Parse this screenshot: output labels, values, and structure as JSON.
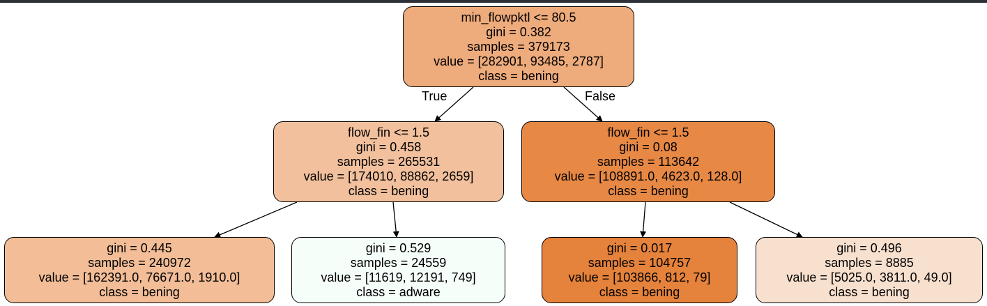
{
  "colors": {
    "root": "#eeab7b",
    "left": "#f2c09c",
    "right": "#e78845",
    "ll": "#f2bd97",
    "lr": "#f5fef9",
    "rl": "#e5823b",
    "rr": "#f8e0ce",
    "topbar": "#2e3238"
  },
  "edges": {
    "true_label": "True",
    "false_label": "False"
  },
  "nodes": {
    "root": {
      "split": "min_flowpktl <= 80.5",
      "gini": "gini = 0.382",
      "samples": "samples = 379173",
      "value": "value = [282901, 93485, 2787]",
      "class": "class = bening"
    },
    "left": {
      "split": "flow_fin <= 1.5",
      "gini": "gini = 0.458",
      "samples": "samples = 265531",
      "value": "value = [174010, 88862, 2659]",
      "class": "class = bening"
    },
    "right": {
      "split": "flow_fin <= 1.5",
      "gini": "gini = 0.08",
      "samples": "samples = 113642",
      "value": "value = [108891.0, 4623.0, 128.0]",
      "class": "class = bening"
    },
    "ll": {
      "gini": "gini = 0.445",
      "samples": "samples = 240972",
      "value": "value = [162391.0, 76671.0, 1910.0]",
      "class": "class = bening"
    },
    "lr": {
      "gini": "gini = 0.529",
      "samples": "samples = 24559",
      "value": "value = [11619, 12191, 749]",
      "class": "class = adware"
    },
    "rl": {
      "gini": "gini = 0.017",
      "samples": "samples = 104757",
      "value": "value = [103866, 812, 79]",
      "class": "class = bening"
    },
    "rr": {
      "gini": "gini = 0.496",
      "samples": "samples = 8885",
      "value": "value = [5025.0, 3811.0, 49.0]",
      "class": "class = bening"
    }
  }
}
